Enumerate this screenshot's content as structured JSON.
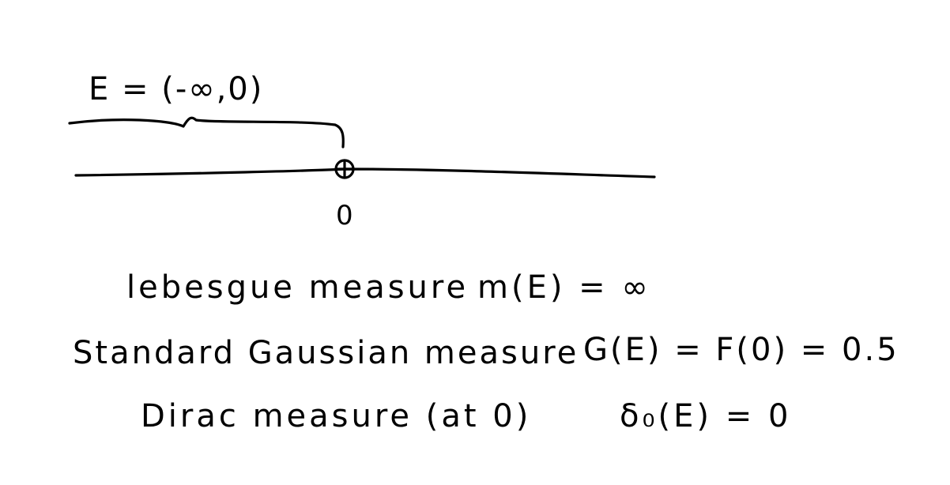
{
  "set_label": "E = (-∞,0)",
  "origin_label": "0",
  "rows": [
    {
      "measure": "lebesgue measure",
      "formula": "m(E) = ∞"
    },
    {
      "measure": "Standard Gaussian measure",
      "formula": "G(E) = F(0) = 0.5"
    },
    {
      "measure": "Dirac measure (at 0)",
      "formula": "δ₀(E) = 0"
    }
  ]
}
